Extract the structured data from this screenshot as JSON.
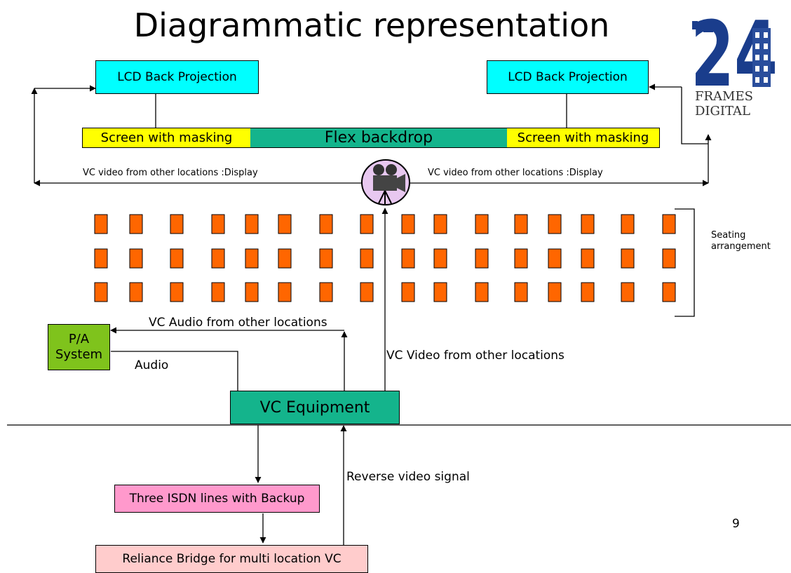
{
  "title": "Diagrammatic representation",
  "logo": {
    "numeral": "24",
    "line1": "FRAMES",
    "line2": "DIGITAL"
  },
  "boxes": {
    "lcd_left": "LCD Back Projection",
    "lcd_right": "LCD Back Projection",
    "screen_left": "Screen with masking",
    "flex": "Flex backdrop",
    "screen_right": "Screen with masking",
    "pa": "P/A System",
    "vc_equipment": "VC Equipment",
    "isdn": "Three ISDN lines with Backup",
    "bridge": "Reliance Bridge for multi location VC"
  },
  "labels": {
    "vc_video_left": "VC  video from other locations :Display",
    "vc_video_right": "VC  video from other locations :Display",
    "seating_line1": "Seating",
    "seating_line2": "arrangement",
    "vc_audio": "VC  Audio from other locations",
    "audio": "Audio",
    "vc_video_center": "VC  Video from other locations",
    "reverse": "Reverse video signal",
    "page_number": "9"
  },
  "seating": {
    "rows": 3,
    "cols": 16
  },
  "colors": {
    "cyan": "#00ffff",
    "yellow": "#ffff00",
    "teal": "#14b48c",
    "seat": "#ff6600",
    "green": "#7fc31c",
    "pink": "#ff99cc",
    "light_pink": "#ffcccc"
  }
}
